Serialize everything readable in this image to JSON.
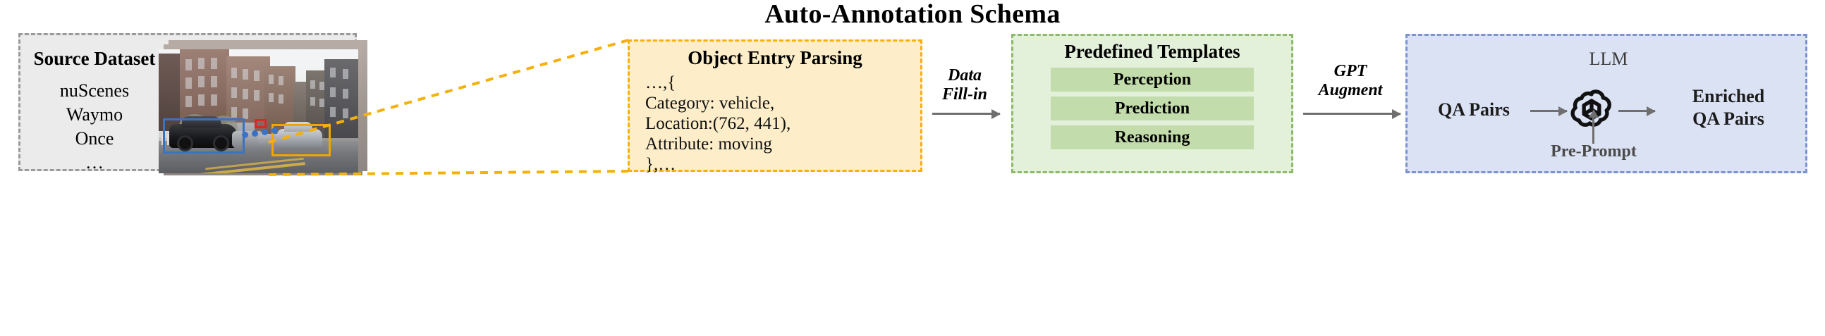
{
  "title": "Auto-Annotation Schema",
  "source": {
    "heading": "Source Dataset",
    "datasets": [
      "nuScenes",
      "Waymo",
      "Once",
      "…"
    ],
    "image": {
      "name": "street-scene-photo",
      "boxes": [
        {
          "name": "blue-bbox",
          "color": "#3a72c4",
          "object": "black-suv"
        },
        {
          "name": "red-bbox",
          "color": "#d52a26",
          "object": "distant-vehicle"
        },
        {
          "name": "orange-bbox",
          "color": "#f0a500",
          "object": "silver-sedan"
        }
      ]
    },
    "border_color": "#9a9a9a",
    "bg_color": "#ebebeb"
  },
  "parsing": {
    "heading": "Object Entry Parsing",
    "lines": [
      "…,{",
      "Category: vehicle,",
      "Location:(762, 441),",
      "Attribute: moving",
      "},…"
    ],
    "border_color": "#f5b10a",
    "bg_color": "#fdeec9"
  },
  "arrows": {
    "data_fill_in": "Data\nFill-in",
    "data_fill_in_l1": "Data",
    "data_fill_in_l2": "Fill-in",
    "gpt_augment_l1": "GPT",
    "gpt_augment_l2": "Augment"
  },
  "templates": {
    "heading": "Predefined Templates",
    "items": [
      "Perception",
      "Prediction",
      "Reasoning"
    ],
    "border_color": "#8cb96c",
    "bg_color": "#e3f0da",
    "chip_color": "#c3dcab"
  },
  "llm": {
    "heading": "LLM",
    "input_label": "QA Pairs",
    "output_label_l1": "Enriched",
    "output_label_l2": "QA Pairs",
    "prompt_label": "Pre-Prompt",
    "logo": "openai-logo",
    "border_color": "#7b93cf",
    "bg_color": "#dbe2f3"
  }
}
